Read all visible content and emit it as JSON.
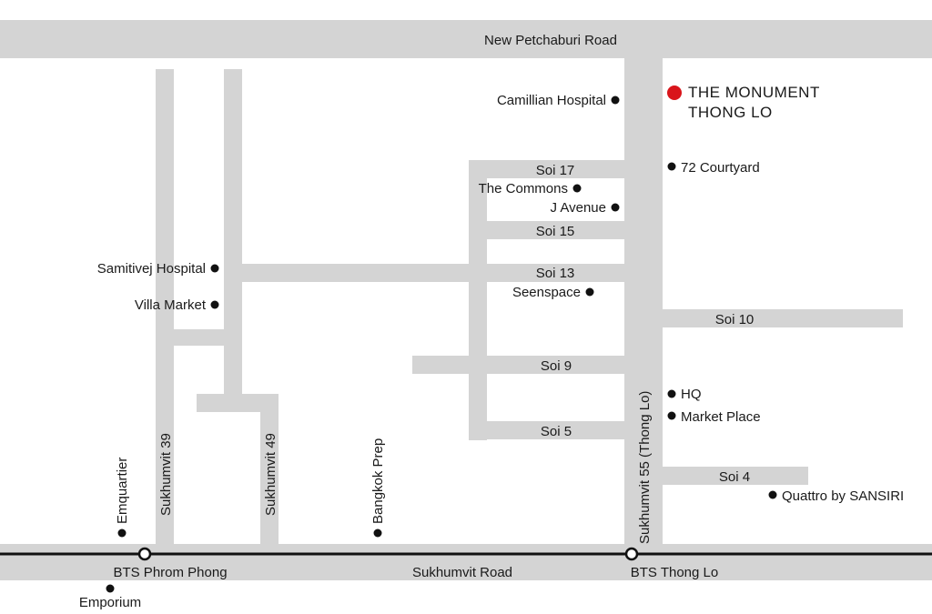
{
  "colors": {
    "road": "#d4d4d4",
    "rail": "#111111",
    "text": "#1a1a1a",
    "marker": "#d9151b"
  },
  "roads": {
    "new_petchaburi": "New Petchaburi Road",
    "sukhumvit_road": "Sukhumvit Road",
    "sukhumvit_55": "Sukhumvit 55 (Thong Lo)",
    "sukhumvit_39": "Sukhumvit 39",
    "sukhumvit_49": "Sukhumvit 49",
    "soi_17": "Soi 17",
    "soi_15": "Soi 15",
    "soi_13": "Soi 13",
    "soi_10": "Soi 10",
    "soi_9": "Soi 9",
    "soi_5": "Soi 5",
    "soi_4": "Soi 4"
  },
  "stations": {
    "phrom_phong": "BTS Phrom Phong",
    "thong_lo": "BTS Thong Lo"
  },
  "places": {
    "camillian_hospital": "Camillian Hospital",
    "the_commons": "The Commons",
    "j_avenue": "J Avenue",
    "seenspace": "Seenspace",
    "samitivej_hospital": "Samitivej Hospital",
    "villa_market": "Villa Market",
    "courtyard_72": "72 Courtyard",
    "hq": "HQ",
    "market_place": "Market Place",
    "quattro": "Quattro by SANSIRI",
    "emquartier": "Emquartier",
    "bangkok_prep": "Bangkok Prep",
    "emporium": "Emporium"
  },
  "project": {
    "line1": "THE MONUMENT",
    "line2": "THONG LO"
  }
}
